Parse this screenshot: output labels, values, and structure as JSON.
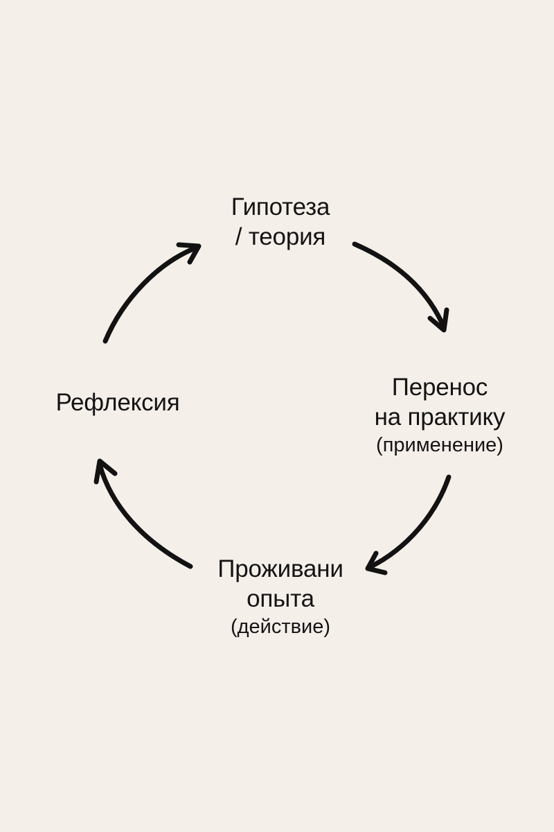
{
  "diagram": {
    "type": "cycle",
    "nodes": {
      "top": {
        "line1": "Гипотеза",
        "line2": "/ теория"
      },
      "right": {
        "line1": "Перенос",
        "line2": "на практику",
        "line3": "(применение)"
      },
      "bottom": {
        "line1": "Проживани",
        "line2": "опыта",
        "line3": "(действие)"
      },
      "left": {
        "line1": "Рефлексия"
      }
    },
    "edges": [
      {
        "from": "top",
        "to": "right"
      },
      {
        "from": "right",
        "to": "bottom"
      },
      {
        "from": "bottom",
        "to": "left"
      },
      {
        "from": "left",
        "to": "top"
      }
    ],
    "colors": {
      "background": "#f5efea",
      "ink": "#121212"
    }
  }
}
